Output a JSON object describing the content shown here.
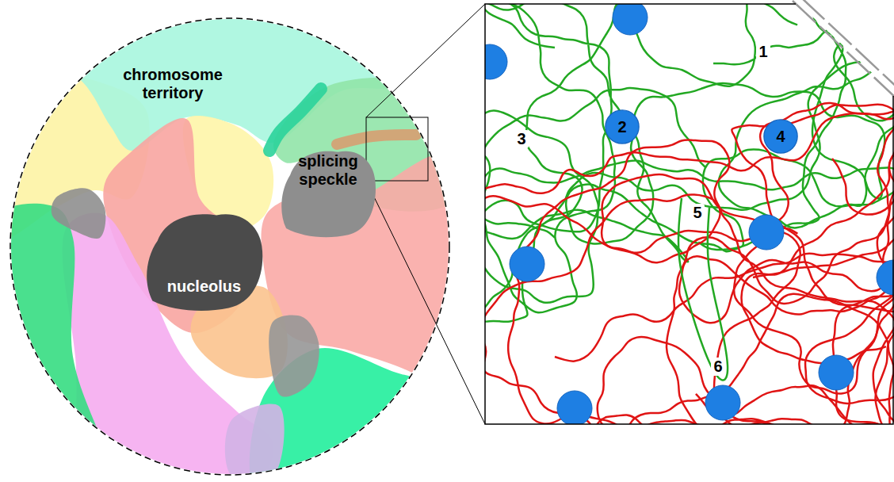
{
  "diagram": {
    "nodes": [
      {
        "text": [
          "chromosome territory"
        ]
      },
      {
        "text": [
          "splicing speckle"
        ]
      },
      {
        "text": [
          "nucleolus"
        ]
      },
      {
        "text": [
          "2"
        ]
      },
      {
        "text": [
          "4"
        ]
      }
    ],
    "labels": [
      "1",
      "3",
      "5",
      "6"
    ]
  }
}
